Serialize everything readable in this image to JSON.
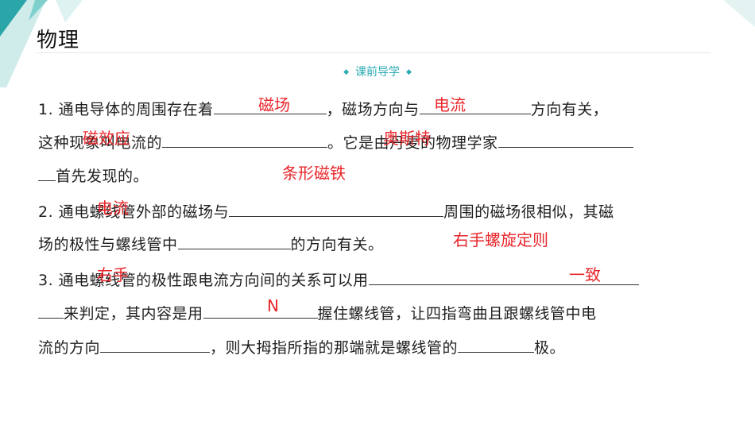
{
  "header": {
    "subject": "物理",
    "section": "课前导学"
  },
  "questions": {
    "q1": {
      "l1a": "1. 通电导体的周围存在着",
      "l1b": "，磁场方向与",
      "l1c": "方向有关，",
      "l2a": "这种现象叫电流的",
      "l2b": "。它是由丹麦的物理学家",
      "l3": "首先发现的。"
    },
    "q2": {
      "l1a": "2. 通电螺线管外部的磁场与",
      "l1b": "周围的磁场很相似，其磁",
      "l2a": "场的极性与螺线管中",
      "l2b": "的方向有关。"
    },
    "q3": {
      "l1": "3. 通电螺线管的极性跟电流方向间的关系可以用",
      "l2a": "来判定，其内容是用",
      "l2b": "握住螺线管，让四指弯曲且跟螺线管中电",
      "l3a": "流的方向",
      "l3b": "，则大拇指所指的那端就是螺线管的",
      "l3c": "极。"
    }
  },
  "answers": {
    "a1": "磁场",
    "a2": "电流",
    "a3": "磁效应",
    "a4": "奥斯特",
    "a5": "条形磁铁",
    "a6": "电流",
    "a7": "右手螺旋定则",
    "a8": "右手",
    "a9": "一致",
    "a10": "N"
  },
  "colors": {
    "answer": "#e8262b",
    "accent": "#29aab4",
    "deco_dark": "#2aa5a8",
    "deco_light": "#bfe6e4"
  }
}
